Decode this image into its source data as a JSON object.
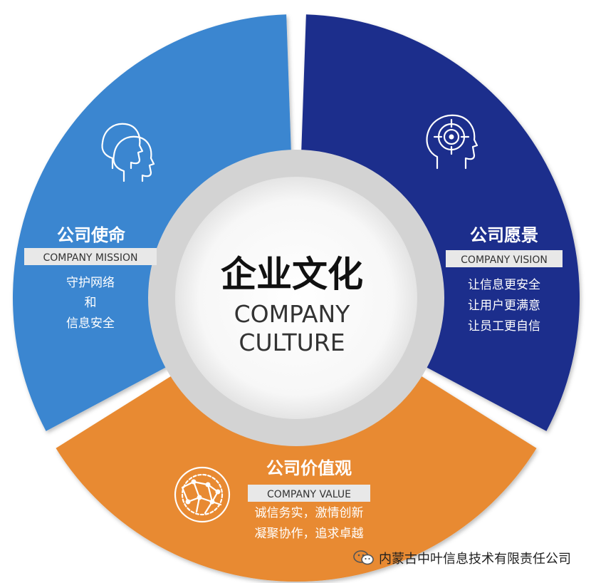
{
  "center": {
    "title": "企业文化",
    "subtitle_line1": "COMPANY",
    "subtitle_line2": "CULTURE"
  },
  "segments": {
    "mission": {
      "title": "公司使命",
      "label": "COMPANY MISSION",
      "lines": [
        "守护网络",
        "和",
        "信息安全"
      ],
      "color": "#3a86d0",
      "icon": "two-heads-icon"
    },
    "vision": {
      "title": "公司愿景",
      "label": "COMPANY VISION",
      "lines": [
        "让信息更安全",
        "让用户更满意",
        "让员工更自信"
      ],
      "color": "#1f2f8c",
      "icon": "head-target-icon"
    },
    "value": {
      "title": "公司价值观",
      "label": "COMPANY VALUE",
      "lines": [
        "诚信务实，激情创新",
        "凝聚协作，追求卓越"
      ],
      "color": "#e88a30",
      "icon": "network-globe-icon"
    }
  },
  "watermark": {
    "text": "内蒙古中叶信息技术有限责任公司",
    "icon": "wechat-icon"
  },
  "colors": {
    "ring_gray": "#d5d5d5",
    "center_fill": "#ffffff"
  }
}
